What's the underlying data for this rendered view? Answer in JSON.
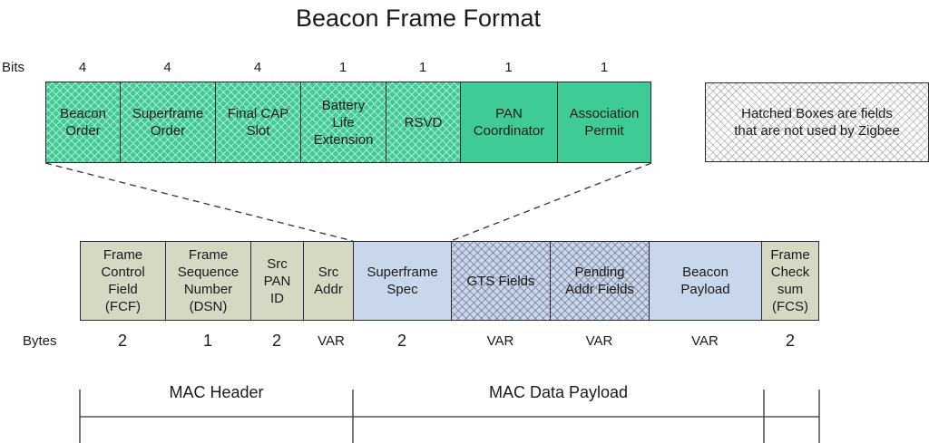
{
  "title": "Beacon Frame Format",
  "superframe_spec": {
    "unit_label": "Bits",
    "fields": [
      {
        "name": "Beacon\nOrder",
        "size": "4",
        "hatched": true
      },
      {
        "name": "Superframe\nOrder",
        "size": "4",
        "hatched": true
      },
      {
        "name": "Final CAP\nSlot",
        "size": "4",
        "hatched": true
      },
      {
        "name": "Battery\nLife\nExtension",
        "size": "1",
        "hatched": true
      },
      {
        "name": "RSVD",
        "size": "1",
        "hatched": true
      },
      {
        "name": "PAN\nCoordinator",
        "size": "1",
        "hatched": false
      },
      {
        "name": "Association\nPermit",
        "size": "1",
        "hatched": false
      }
    ]
  },
  "legend": {
    "text": "Hatched Boxes are fields\nthat are not used by Zigbee"
  },
  "mac_frame": {
    "unit_label": "Bytes",
    "fields": [
      {
        "name": "Frame\nControl\nField\n(FCF)",
        "size": "2",
        "color": "tan"
      },
      {
        "name": "Frame\nSequence\nNumber\n(DSN)",
        "size": "1",
        "color": "tan"
      },
      {
        "name": "Src\nPAN\nID",
        "size": "2",
        "color": "tan"
      },
      {
        "name": "Src\nAddr",
        "size": "VAR",
        "color": "tan"
      },
      {
        "name": "Superframe\nSpec",
        "size": "2",
        "color": "blue"
      },
      {
        "name": "GTS Fields",
        "size": "VAR",
        "color": "blue-hatch"
      },
      {
        "name": "Pending\nAddr Fields",
        "size": "VAR",
        "color": "blue-hatch"
      },
      {
        "name": "Beacon\nPayload",
        "size": "VAR",
        "color": "blue"
      },
      {
        "name": "Frame\nCheck\nsum\n(FCS)",
        "size": "2",
        "color": "tan"
      }
    ]
  },
  "groups": {
    "mac_header": "MAC Header",
    "mac_data_payload": "MAC Data Payload"
  }
}
